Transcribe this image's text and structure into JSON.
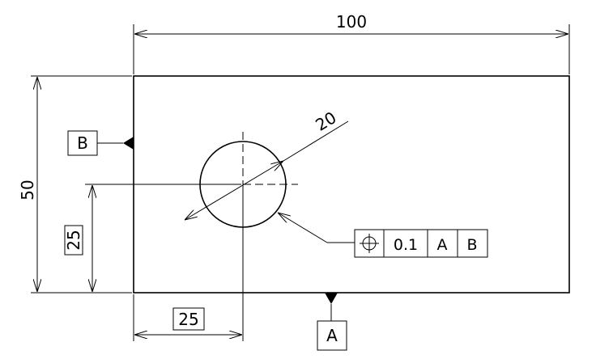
{
  "dimensions": {
    "width": "100",
    "height": "50",
    "hole_diameter": "20",
    "hole_x_basic": "25",
    "hole_y_basic": "25"
  },
  "datums": {
    "side": "B",
    "bottom": "A"
  },
  "feature_control_frame": {
    "symbol": "position",
    "tolerance": "0.1",
    "primary_datum": "A",
    "secondary_datum": "B"
  }
}
